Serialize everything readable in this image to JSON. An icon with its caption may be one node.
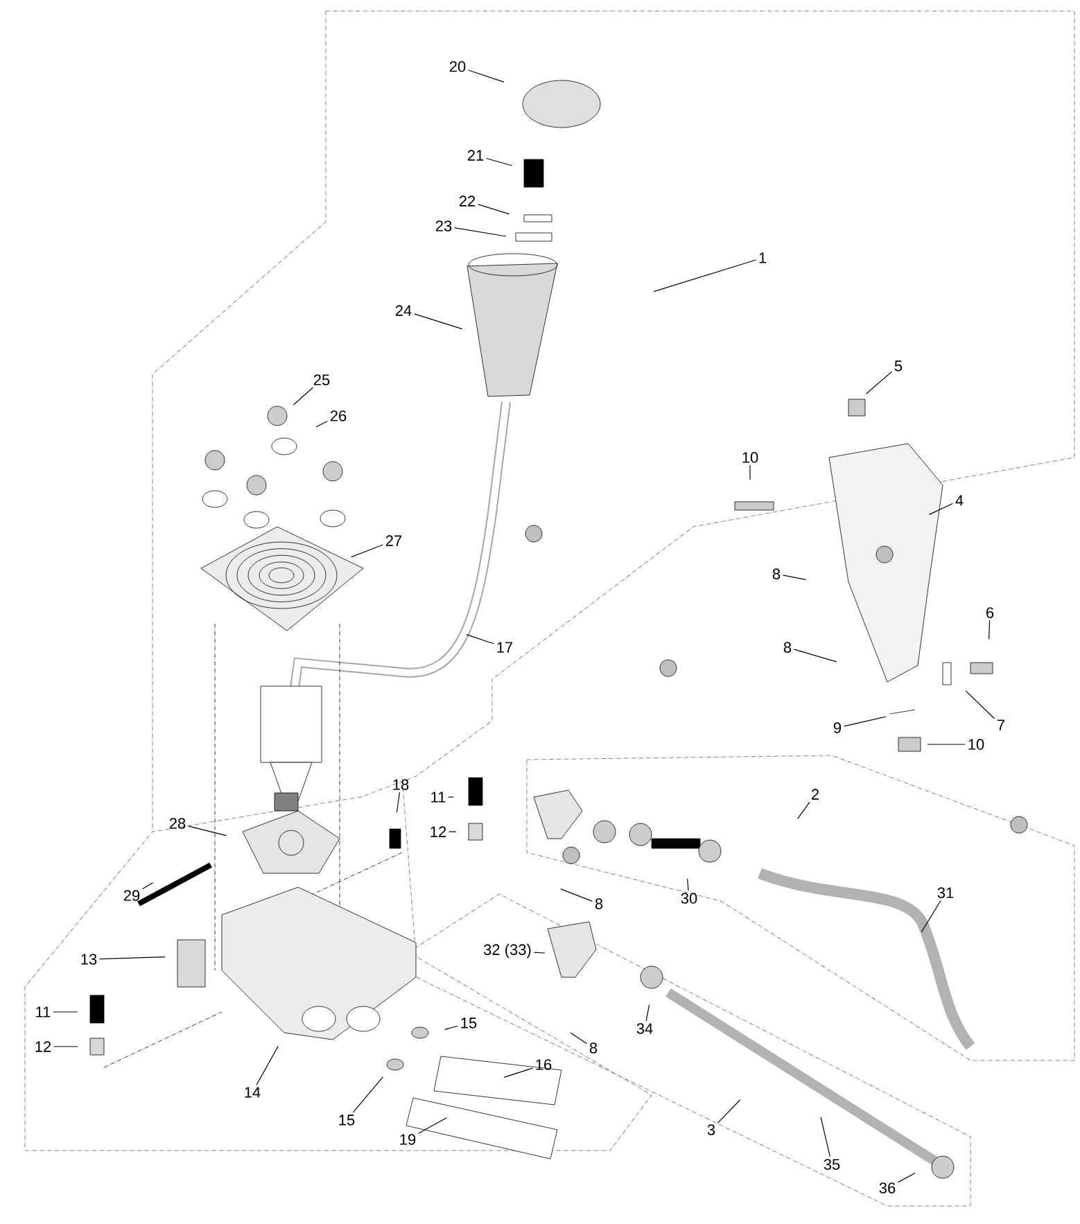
{
  "diagram": {
    "nodes": [
      {
        "text": [
          "20"
        ]
      },
      {
        "text": [
          "21"
        ]
      },
      {
        "text": [
          "22"
        ]
      },
      {
        "text": [
          "23"
        ]
      },
      {
        "text": [
          "1"
        ]
      },
      {
        "text": [
          "24"
        ]
      },
      {
        "text": [
          "5"
        ]
      },
      {
        "text": [
          "25"
        ]
      },
      {
        "text": [
          "26"
        ]
      },
      {
        "text": [
          "10"
        ]
      },
      {
        "text": [
          "4"
        ]
      },
      {
        "text": [
          "27"
        ]
      },
      {
        "text": [
          "8"
        ]
      },
      {
        "text": [
          "6"
        ]
      },
      {
        "text": [
          "17"
        ]
      },
      {
        "text": [
          "8"
        ]
      },
      {
        "text": [
          "9"
        ]
      },
      {
        "text": [
          "7"
        ]
      },
      {
        "text": [
          "10"
        ]
      },
      {
        "text": [
          "18"
        ]
      },
      {
        "text": [
          "11"
        ]
      },
      {
        "text": [
          "2"
        ]
      },
      {
        "text": [
          "28"
        ]
      },
      {
        "text": [
          "12"
        ]
      },
      {
        "text": [
          "29"
        ]
      },
      {
        "text": [
          "8"
        ]
      },
      {
        "text": [
          "30"
        ]
      },
      {
        "text": [
          "31"
        ]
      },
      {
        "text": [
          "13"
        ]
      },
      {
        "text": [
          "32 (33)"
        ]
      },
      {
        "text": [
          "11"
        ]
      },
      {
        "text": [
          "15"
        ]
      },
      {
        "text": [
          "34"
        ]
      },
      {
        "text": [
          "12"
        ]
      },
      {
        "text": [
          "8"
        ]
      },
      {
        "text": [
          "16"
        ]
      },
      {
        "text": [
          "14"
        ]
      },
      {
        "text": [
          "15"
        ]
      },
      {
        "text": [
          "3"
        ]
      },
      {
        "text": [
          "19"
        ]
      },
      {
        "text": [
          "35"
        ]
      },
      {
        "text": [
          "36"
        ]
      }
    ],
    "edges": [
      {
        "from": 0,
        "to": null,
        "arrow": "none"
      },
      {
        "from": 1,
        "to": null,
        "arrow": "none"
      },
      {
        "from": 2,
        "to": null,
        "arrow": "none"
      },
      {
        "from": 3,
        "to": null,
        "arrow": "none"
      },
      {
        "from": 4,
        "to": null,
        "arrow": "none"
      },
      {
        "from": 5,
        "to": null,
        "arrow": "none"
      },
      {
        "from": 6,
        "to": null,
        "arrow": "none"
      },
      {
        "from": 7,
        "to": null,
        "arrow": "none"
      },
      {
        "from": 8,
        "to": null,
        "arrow": "none"
      },
      {
        "from": 9,
        "to": null,
        "arrow": "none"
      },
      {
        "from": 10,
        "to": null,
        "arrow": "none"
      },
      {
        "from": 11,
        "to": null,
        "arrow": "none"
      },
      {
        "from": 12,
        "to": null,
        "arrow": "none"
      },
      {
        "from": 13,
        "to": null,
        "arrow": "none"
      },
      {
        "from": 14,
        "to": null,
        "arrow": "none"
      },
      {
        "from": 15,
        "to": null,
        "arrow": "none"
      },
      {
        "from": 16,
        "to": null,
        "arrow": "none"
      },
      {
        "from": 17,
        "to": null,
        "arrow": "none"
      },
      {
        "from": 18,
        "to": null,
        "arrow": "none"
      },
      {
        "from": 19,
        "to": null,
        "arrow": "none"
      },
      {
        "from": 20,
        "to": null,
        "arrow": "none"
      },
      {
        "from": 21,
        "to": null,
        "arrow": "none"
      },
      {
        "from": 22,
        "to": null,
        "arrow": "none"
      },
      {
        "from": 23,
        "to": null,
        "arrow": "none"
      },
      {
        "from": 24,
        "to": null,
        "arrow": "none"
      },
      {
        "from": 25,
        "to": null,
        "arrow": "none"
      },
      {
        "from": 26,
        "to": null,
        "arrow": "none"
      },
      {
        "from": 27,
        "to": null,
        "arrow": "none"
      },
      {
        "from": 28,
        "to": null,
        "arrow": "none"
      },
      {
        "from": 29,
        "to": null,
        "arrow": "none"
      },
      {
        "from": 30,
        "to": null,
        "arrow": "none"
      },
      {
        "from": 31,
        "to": null,
        "arrow": "none"
      },
      {
        "from": 32,
        "to": null,
        "arrow": "none"
      },
      {
        "from": 33,
        "to": null,
        "arrow": "none"
      },
      {
        "from": 34,
        "to": null,
        "arrow": "none"
      },
      {
        "from": 35,
        "to": null,
        "arrow": "none"
      },
      {
        "from": 36,
        "to": null,
        "arrow": "none"
      },
      {
        "from": 37,
        "to": null,
        "arrow": "none"
      },
      {
        "from": 38,
        "to": null,
        "arrow": "none"
      },
      {
        "from": 39,
        "to": null,
        "arrow": "none"
      },
      {
        "from": 40,
        "to": null,
        "arrow": "none"
      },
      {
        "from": 41,
        "to": null,
        "arrow": "none"
      }
    ]
  }
}
